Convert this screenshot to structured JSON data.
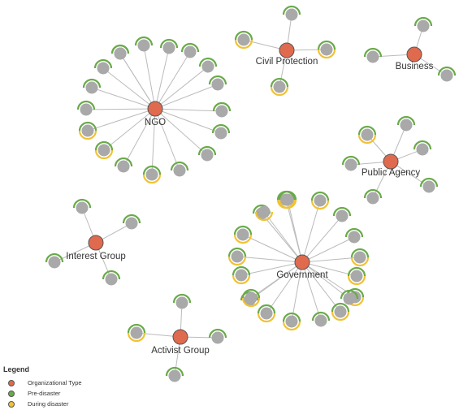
{
  "colors": {
    "hub": "#e06a4e",
    "hub_stroke": "#555555",
    "leaf": "#a9a9a9",
    "pre_disaster": "#6aaa4a",
    "during_disaster": "#f1c232",
    "edge": "#bbbbbb"
  },
  "legend": {
    "title": "Legend",
    "items": [
      {
        "label": "Organizational Type",
        "color": "#e06a4e"
      },
      {
        "label": "Pre-disaster",
        "color": "#6aaa4a"
      },
      {
        "label": "During disaster",
        "color": "#f1c232"
      }
    ]
  },
  "clusters": [
    {
      "id": "ngo",
      "label": "NGO",
      "leaves": [
        {
          "pre": true,
          "during": false
        },
        {
          "pre": true,
          "during": false
        },
        {
          "pre": true,
          "during": false
        },
        {
          "pre": true,
          "during": false
        },
        {
          "pre": true,
          "during": false
        },
        {
          "pre": true,
          "during": false
        },
        {
          "pre": true,
          "during": false
        },
        {
          "pre": true,
          "during": false
        },
        {
          "pre": true,
          "during": false
        },
        {
          "pre": true,
          "during": false
        },
        {
          "pre": true,
          "during": true
        },
        {
          "pre": true,
          "during": false
        },
        {
          "pre": true,
          "during": true
        },
        {
          "pre": true,
          "during": true
        },
        {
          "pre": true,
          "during": false
        },
        {
          "pre": true,
          "during": false
        },
        {
          "pre": true,
          "during": false
        },
        {
          "pre": true,
          "during": false
        }
      ]
    },
    {
      "id": "civil-protection",
      "label": "Civil Protection",
      "leaves": [
        {
          "pre": true,
          "during": false
        },
        {
          "pre": true,
          "during": true
        },
        {
          "pre": true,
          "during": true
        },
        {
          "pre": true,
          "during": true
        }
      ]
    },
    {
      "id": "business",
      "label": "Business",
      "leaves": [
        {
          "pre": true,
          "during": false
        },
        {
          "pre": true,
          "during": false
        },
        {
          "pre": true,
          "during": false
        }
      ]
    },
    {
      "id": "public-agency",
      "label": "Public Agency",
      "leaves": [
        {
          "pre": true,
          "during": false
        },
        {
          "pre": true,
          "during": true
        },
        {
          "pre": true,
          "during": false
        },
        {
          "pre": true,
          "during": false
        },
        {
          "pre": true,
          "during": false
        },
        {
          "pre": true,
          "during": false
        }
      ]
    },
    {
      "id": "interest-group",
      "label": "Interest Group",
      "leaves": [
        {
          "pre": true,
          "during": false
        },
        {
          "pre": true,
          "during": false
        },
        {
          "pre": true,
          "during": false
        },
        {
          "pre": true,
          "during": false
        }
      ]
    },
    {
      "id": "government",
      "label": "Government",
      "leaves": [
        {
          "pre": true,
          "during": false
        },
        {
          "pre": true,
          "during": true
        },
        {
          "pre": true,
          "during": true
        },
        {
          "pre": true,
          "during": false
        },
        {
          "pre": true,
          "during": false
        },
        {
          "pre": true,
          "during": true
        },
        {
          "pre": true,
          "during": true
        },
        {
          "pre": true,
          "during": true
        },
        {
          "pre": true,
          "during": true
        },
        {
          "pre": true,
          "during": false
        },
        {
          "pre": true,
          "during": true
        },
        {
          "pre": true,
          "during": true
        },
        {
          "pre": true,
          "during": false
        },
        {
          "pre": true,
          "during": true
        },
        {
          "pre": true,
          "during": true
        },
        {
          "pre": true,
          "during": true
        },
        {
          "pre": true,
          "during": true
        },
        {
          "pre": false,
          "during": true
        },
        {
          "pre": true,
          "during": true
        },
        {
          "pre": true,
          "during": false
        }
      ]
    },
    {
      "id": "activist-group",
      "label": "Activist Group",
      "leaves": [
        {
          "pre": true,
          "during": false
        },
        {
          "pre": true,
          "during": true
        },
        {
          "pre": true,
          "during": false
        },
        {
          "pre": true,
          "during": false
        }
      ]
    }
  ]
}
